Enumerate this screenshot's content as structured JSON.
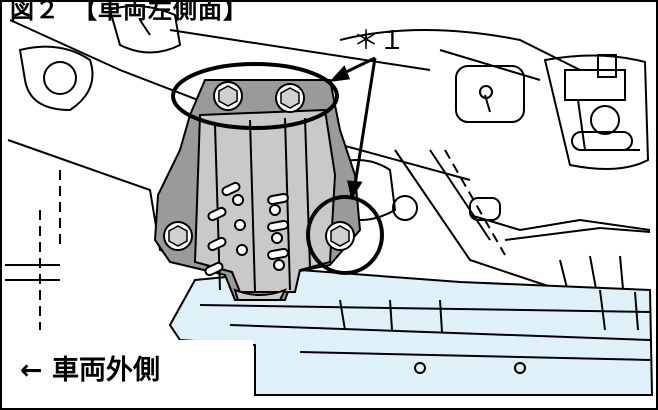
{
  "diagram": {
    "title": "図２　【車両左側面】",
    "callout_label": "＊１",
    "direction_label": "← 車両外側"
  },
  "colors": {
    "line": "#000000",
    "bracket_fill": "#9a9a9a",
    "bracket_light": "#c9c9c9",
    "frame_highlight": "#dff1f8",
    "background": "#ffffff"
  }
}
